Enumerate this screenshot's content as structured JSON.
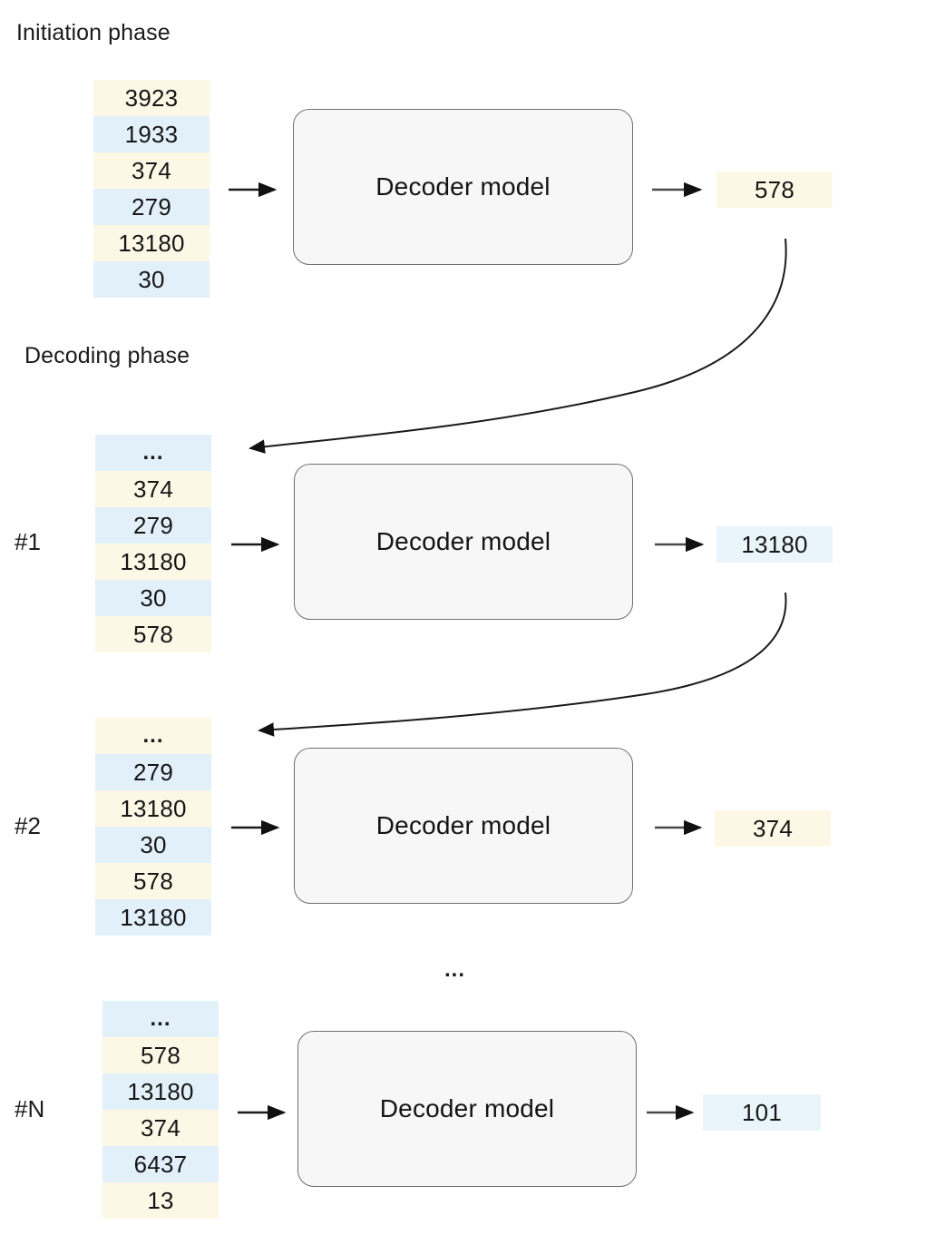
{
  "diagram": {
    "title_initiation": "Initiation phase",
    "title_decoding": "Decoding phase",
    "decoder_label": "Decoder model",
    "middle_ellipsis": "...",
    "colors": {
      "cream": "#FDF8E6",
      "blue": "#E2F0FA",
      "box_fill": "#F7F7F7",
      "box_border": "#6F6F6F",
      "arrow": "#1A1A1A",
      "text": "#1A1A1A"
    },
    "steps": [
      {
        "id": "initiation",
        "step_label": "",
        "decoder_label": "Decoder model",
        "tokens": [
          {
            "value": "3923",
            "color": "cream"
          },
          {
            "value": "1933",
            "color": "blue"
          },
          {
            "value": "374",
            "color": "cream"
          },
          {
            "value": "279",
            "color": "blue"
          },
          {
            "value": "13180",
            "color": "cream"
          },
          {
            "value": "30",
            "color": "blue"
          }
        ],
        "output": {
          "value": "578",
          "color": "cream"
        }
      },
      {
        "id": "decode-1",
        "step_label": "#1",
        "decoder_label": "Decoder model",
        "tokens": [
          {
            "value": "...",
            "color": "blue"
          },
          {
            "value": "374",
            "color": "cream"
          },
          {
            "value": "279",
            "color": "blue"
          },
          {
            "value": "13180",
            "color": "cream"
          },
          {
            "value": "30",
            "color": "blue"
          },
          {
            "value": "578",
            "color": "cream"
          }
        ],
        "output": {
          "value": "13180",
          "color": "blue"
        }
      },
      {
        "id": "decode-2",
        "step_label": "#2",
        "decoder_label": "Decoder model",
        "tokens": [
          {
            "value": "...",
            "color": "cream"
          },
          {
            "value": "279",
            "color": "blue"
          },
          {
            "value": "13180",
            "color": "cream"
          },
          {
            "value": "30",
            "color": "blue"
          },
          {
            "value": "578",
            "color": "cream"
          },
          {
            "value": "13180",
            "color": "blue"
          }
        ],
        "output": {
          "value": "374",
          "color": "cream"
        }
      },
      {
        "id": "decode-n",
        "step_label": "#N",
        "decoder_label": "Decoder model",
        "tokens": [
          {
            "value": "...",
            "color": "blue"
          },
          {
            "value": "578",
            "color": "cream"
          },
          {
            "value": "13180",
            "color": "blue"
          },
          {
            "value": "374",
            "color": "cream"
          },
          {
            "value": "6437",
            "color": "blue"
          },
          {
            "value": "13",
            "color": "cream"
          }
        ],
        "output": {
          "value": "101",
          "color": "blue"
        }
      }
    ]
  }
}
